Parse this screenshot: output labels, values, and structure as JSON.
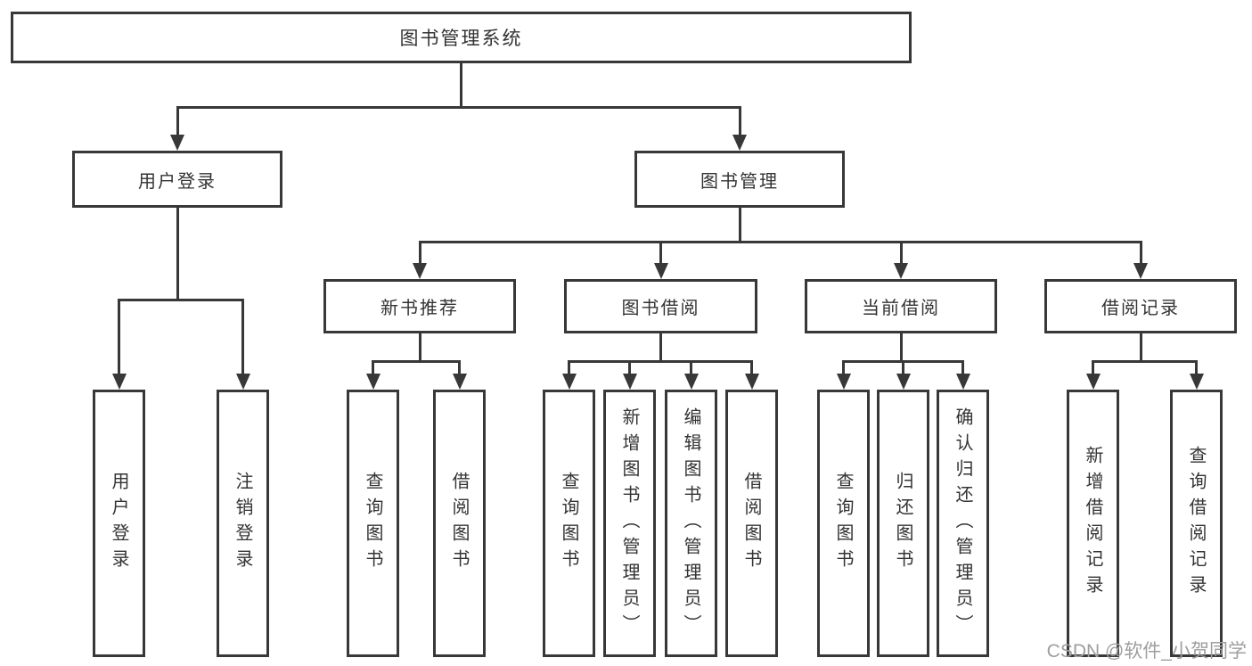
{
  "diagram": {
    "root": "图书管理系统",
    "level2": {
      "user_login": "用户登录",
      "book_mgmt": "图书管理"
    },
    "user_login_children": {
      "login": "用户登录",
      "logout": "注销登录"
    },
    "book_mgmt_children": {
      "new_book_rec": "新书推荐",
      "book_borrow": "图书借阅",
      "current_borrow": "当前借阅",
      "borrow_record": "借阅记录"
    },
    "new_book_rec_children": {
      "query_books": "查询图书",
      "borrow_books": "借阅图书"
    },
    "book_borrow_children": {
      "query_books": "查询图书",
      "add_books_admin": "新增图书（管理员）",
      "edit_books_admin": "编辑图书（管理员）",
      "borrow_books": "借阅图书"
    },
    "current_borrow_children": {
      "query_books": "查询图书",
      "return_books": "归还图书",
      "confirm_return_admin": "确认归还（管理员）"
    },
    "borrow_record_children": {
      "add_record": "新增借阅记录",
      "query_record": "查询借阅记录"
    }
  },
  "watermark": "CSDN @软件_小贺同学",
  "colors": {
    "line": "#383838",
    "text": "#333333",
    "watermark": "#9e9e9e",
    "background": "#ffffff"
  }
}
